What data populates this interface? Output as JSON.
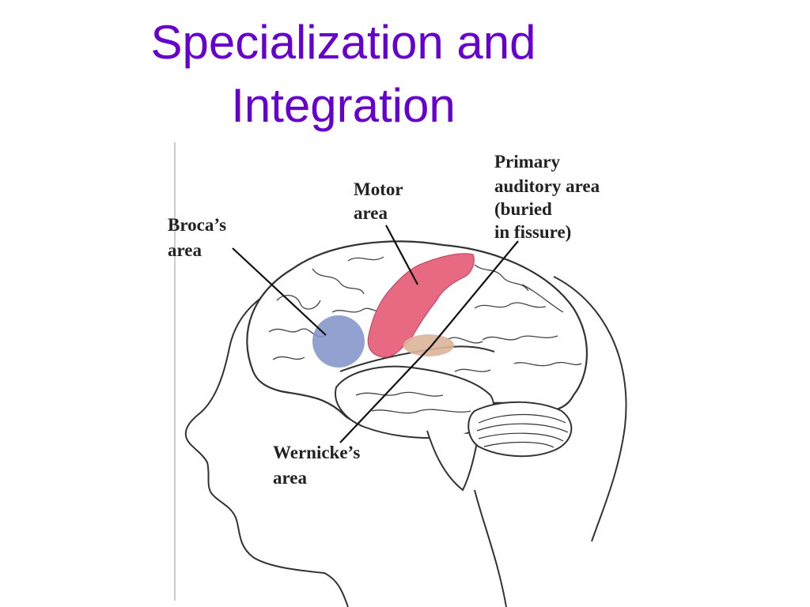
{
  "title_lines": [
    "Specialization and",
    "Integration"
  ],
  "labels": {
    "broca": [
      "Broca’s",
      "area"
    ],
    "motor": [
      "Motor",
      "area"
    ],
    "auditory": [
      "Primary",
      "auditory area",
      "(buried",
      "in fissure)"
    ],
    "wernicke": [
      "Wernicke’s",
      "area"
    ]
  },
  "colors": {
    "title": "#6600cc",
    "broca_region": "#8090c8",
    "motor_region": "#e86a82",
    "wernicke_region": "#dcb49a",
    "line_art": "#333333"
  }
}
